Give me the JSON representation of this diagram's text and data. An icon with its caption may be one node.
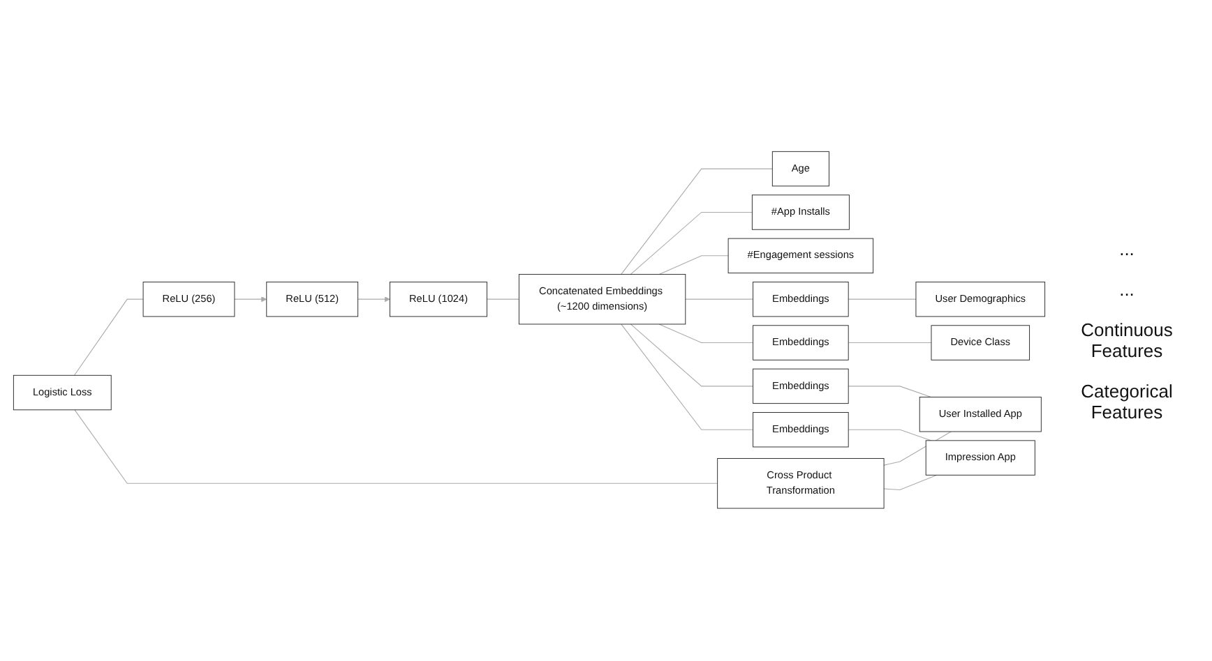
{
  "diagram": {
    "nodes": [
      {
        "text": [
          "Logistic Loss"
        ]
      },
      {
        "text": [
          "ReLU (256)"
        ]
      },
      {
        "text": [
          "ReLU (512)"
        ]
      },
      {
        "text": [
          "ReLU (1024)"
        ]
      },
      {
        "text": [
          "Concatenated Embeddings (~1200 dimensions)"
        ]
      },
      {
        "text": [
          "Cross Product Transformation"
        ]
      },
      {
        "text": [
          "Age"
        ]
      },
      {
        "text": [
          "#App Installs"
        ]
      },
      {
        "text": [
          "#Engagement sessions"
        ]
      },
      {
        "text": [
          "Embeddings"
        ]
      },
      {
        "text": [
          "User Demographics"
        ]
      },
      {
        "text": [
          "Embeddings"
        ]
      },
      {
        "text": [
          "Device Class"
        ]
      },
      {
        "text": [
          "Embeddings"
        ]
      },
      {
        "text": [
          "User Installed App"
        ]
      },
      {
        "text": [
          "Embeddings"
        ]
      },
      {
        "text": [
          "Impression App"
        ]
      }
    ],
    "edges": [
      {
        "from": 0,
        "to": 1,
        "arrow": "none"
      },
      {
        "from": 0,
        "to": 5,
        "arrow": "none"
      },
      {
        "from": 1,
        "to": 2,
        "arrow": "to"
      },
      {
        "from": 2,
        "to": 3,
        "arrow": "to"
      },
      {
        "from": 3,
        "to": 4,
        "arrow": "none"
      },
      {
        "from": 4,
        "to": 6,
        "arrow": "none"
      },
      {
        "from": 4,
        "to": 7,
        "arrow": "none"
      },
      {
        "from": 4,
        "to": 8,
        "arrow": "none"
      },
      {
        "from": 4,
        "to": 9,
        "arrow": "none"
      },
      {
        "from": 4,
        "to": 11,
        "arrow": "none"
      },
      {
        "from": 4,
        "to": 13,
        "arrow": "none"
      },
      {
        "from": 4,
        "to": 15,
        "arrow": "none"
      },
      {
        "from": 9,
        "to": 10,
        "arrow": "none"
      },
      {
        "from": 11,
        "to": 12,
        "arrow": "none"
      },
      {
        "from": 13,
        "to": 14,
        "arrow": "none"
      },
      {
        "from": 15,
        "to": 16,
        "arrow": "none"
      },
      {
        "from": 5,
        "to": 14,
        "arrow": "none"
      },
      {
        "from": 5,
        "to": 16,
        "arrow": "none"
      }
    ],
    "labels": [
      "...",
      "...",
      "Continuous Features",
      "Categorical Features"
    ]
  }
}
